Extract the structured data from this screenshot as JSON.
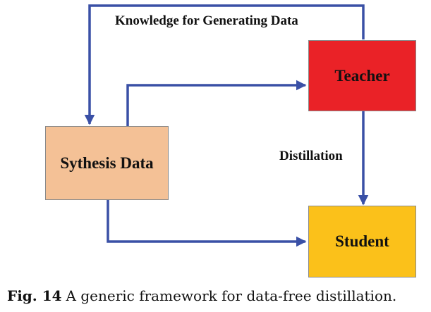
{
  "nodes": {
    "teacher": {
      "label": "Teacher",
      "fill": "#ea2227"
    },
    "student": {
      "label": "Student",
      "fill": "#fbc11a"
    },
    "synthesis": {
      "label": "Sythesis Data",
      "fill": "#f4c196"
    }
  },
  "edges": {
    "knowledge": {
      "label": "Knowledge for Generating Data"
    },
    "distillation": {
      "label": "Distillation"
    }
  },
  "colors": {
    "arrow": "#3a50a6"
  },
  "caption": {
    "fig_label": "Fig. 14",
    "text": "A generic framework for data-free distillation."
  }
}
